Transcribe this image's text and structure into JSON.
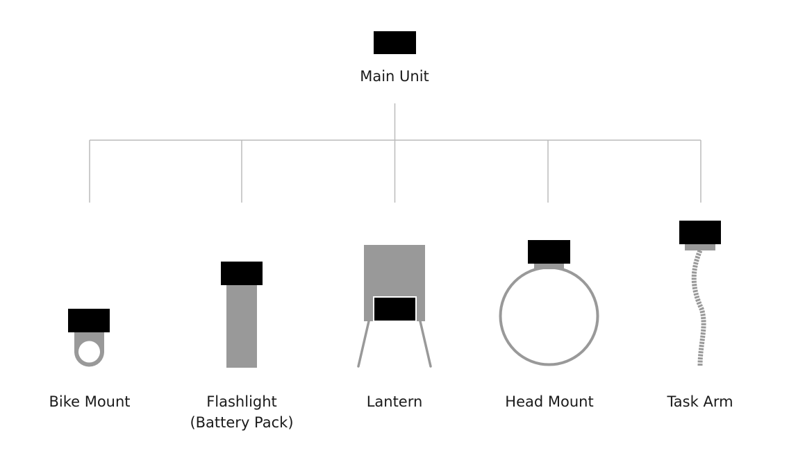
{
  "root": {
    "label": "Main Unit"
  },
  "children": [
    {
      "id": "bike-mount",
      "label": "Bike Mount",
      "icon": "bike-mount-icon"
    },
    {
      "id": "flashlight",
      "label": "Flashlight",
      "label_line2": "(Battery Pack)",
      "icon": "flashlight-icon"
    },
    {
      "id": "lantern",
      "label": "Lantern",
      "icon": "lantern-icon"
    },
    {
      "id": "head-mount",
      "label": "Head Mount",
      "icon": "head-mount-icon"
    },
    {
      "id": "task-arm",
      "label": "Task Arm",
      "icon": "task-arm-icon"
    }
  ],
  "colors": {
    "unit": "#000000",
    "accessory": "#999999",
    "connector": "#bbbbbb",
    "text": "#1a1a1a",
    "background": "#ffffff"
  }
}
